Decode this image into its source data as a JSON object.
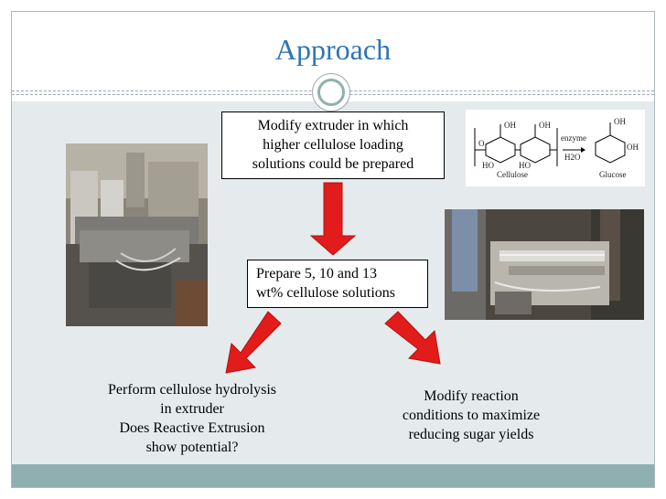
{
  "slide": {
    "title": "Approach",
    "box_top_lines": [
      "Modify extruder in which",
      "higher cellulose loading",
      "solutions could be prepared"
    ],
    "box_mid_lines": [
      "Prepare 5, 10 and 13",
      "wt% cellulose solutions"
    ],
    "left_text_lines": [
      "Perform cellulose hydrolysis",
      "in extruder",
      "Does Reactive Extrusion",
      "show potential?"
    ],
    "right_text_lines": [
      "Modify reaction",
      "conditions to maximize",
      "reducing sugar yields"
    ]
  },
  "diagram": {
    "enzyme_label": "enzyme",
    "water_label": "H2O",
    "cellulose_label": "Cellulose",
    "glucose_label": "Glucose",
    "oh_label": "OH",
    "ho_label": "HO",
    "o_label": "O"
  },
  "colors": {
    "title": "#2e74b5",
    "arrow": "#e21b1b",
    "panel": "#e5ebed",
    "footer": "#8fb0b0"
  }
}
